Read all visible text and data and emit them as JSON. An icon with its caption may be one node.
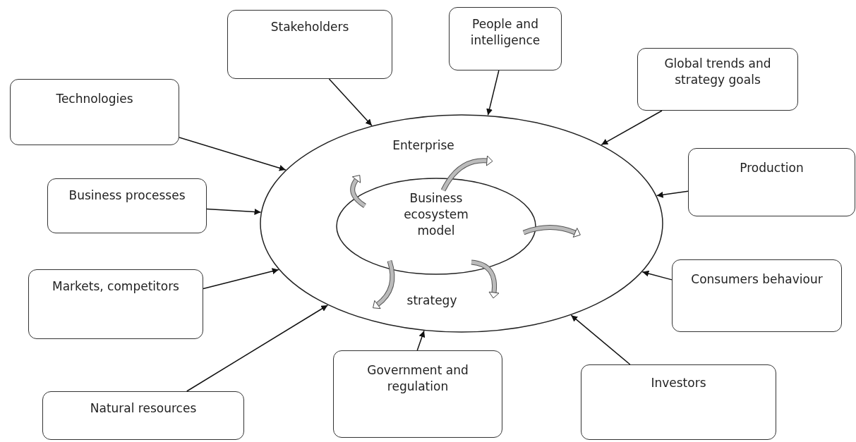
{
  "diagram": {
    "nodes": [
      {
        "text": [
          "Stakeholders"
        ]
      },
      {
        "text": [
          "People and intelligence"
        ]
      },
      {
        "text": [
          "Global trends and strategy goals"
        ]
      },
      {
        "text": [
          "Technologies"
        ]
      },
      {
        "text": [
          "Enterprise",
          "strategy"
        ]
      },
      {
        "text": [
          "Business ecosystem model"
        ],
        "in": 4
      },
      {
        "text": [
          "Production"
        ]
      },
      {
        "text": [
          "Business processes"
        ]
      },
      {
        "text": [
          "Markets, competitors"
        ]
      },
      {
        "text": [
          "Consumers behaviour"
        ]
      },
      {
        "text": [
          "Natural resources"
        ]
      },
      {
        "text": [
          "Government and regulation"
        ]
      },
      {
        "text": [
          "Investors"
        ]
      }
    ],
    "edges": [
      {
        "from": 0,
        "to": 4,
        "arrow": "to"
      },
      {
        "from": 1,
        "to": 4,
        "arrow": "to"
      },
      {
        "from": 2,
        "to": 4,
        "arrow": "to"
      },
      {
        "from": 3,
        "to": 4,
        "arrow": "to"
      },
      {
        "from": 6,
        "to": 4,
        "arrow": "to"
      },
      {
        "from": 7,
        "to": 4,
        "arrow": "to"
      },
      {
        "from": 8,
        "to": 4,
        "arrow": "to"
      },
      {
        "from": 9,
        "to": 4,
        "arrow": "to"
      },
      {
        "from": 10,
        "to": 4,
        "arrow": "to"
      },
      {
        "from": 11,
        "to": 4,
        "arrow": "to"
      },
      {
        "from": 12,
        "to": 4,
        "arrow": "to"
      }
    ]
  }
}
